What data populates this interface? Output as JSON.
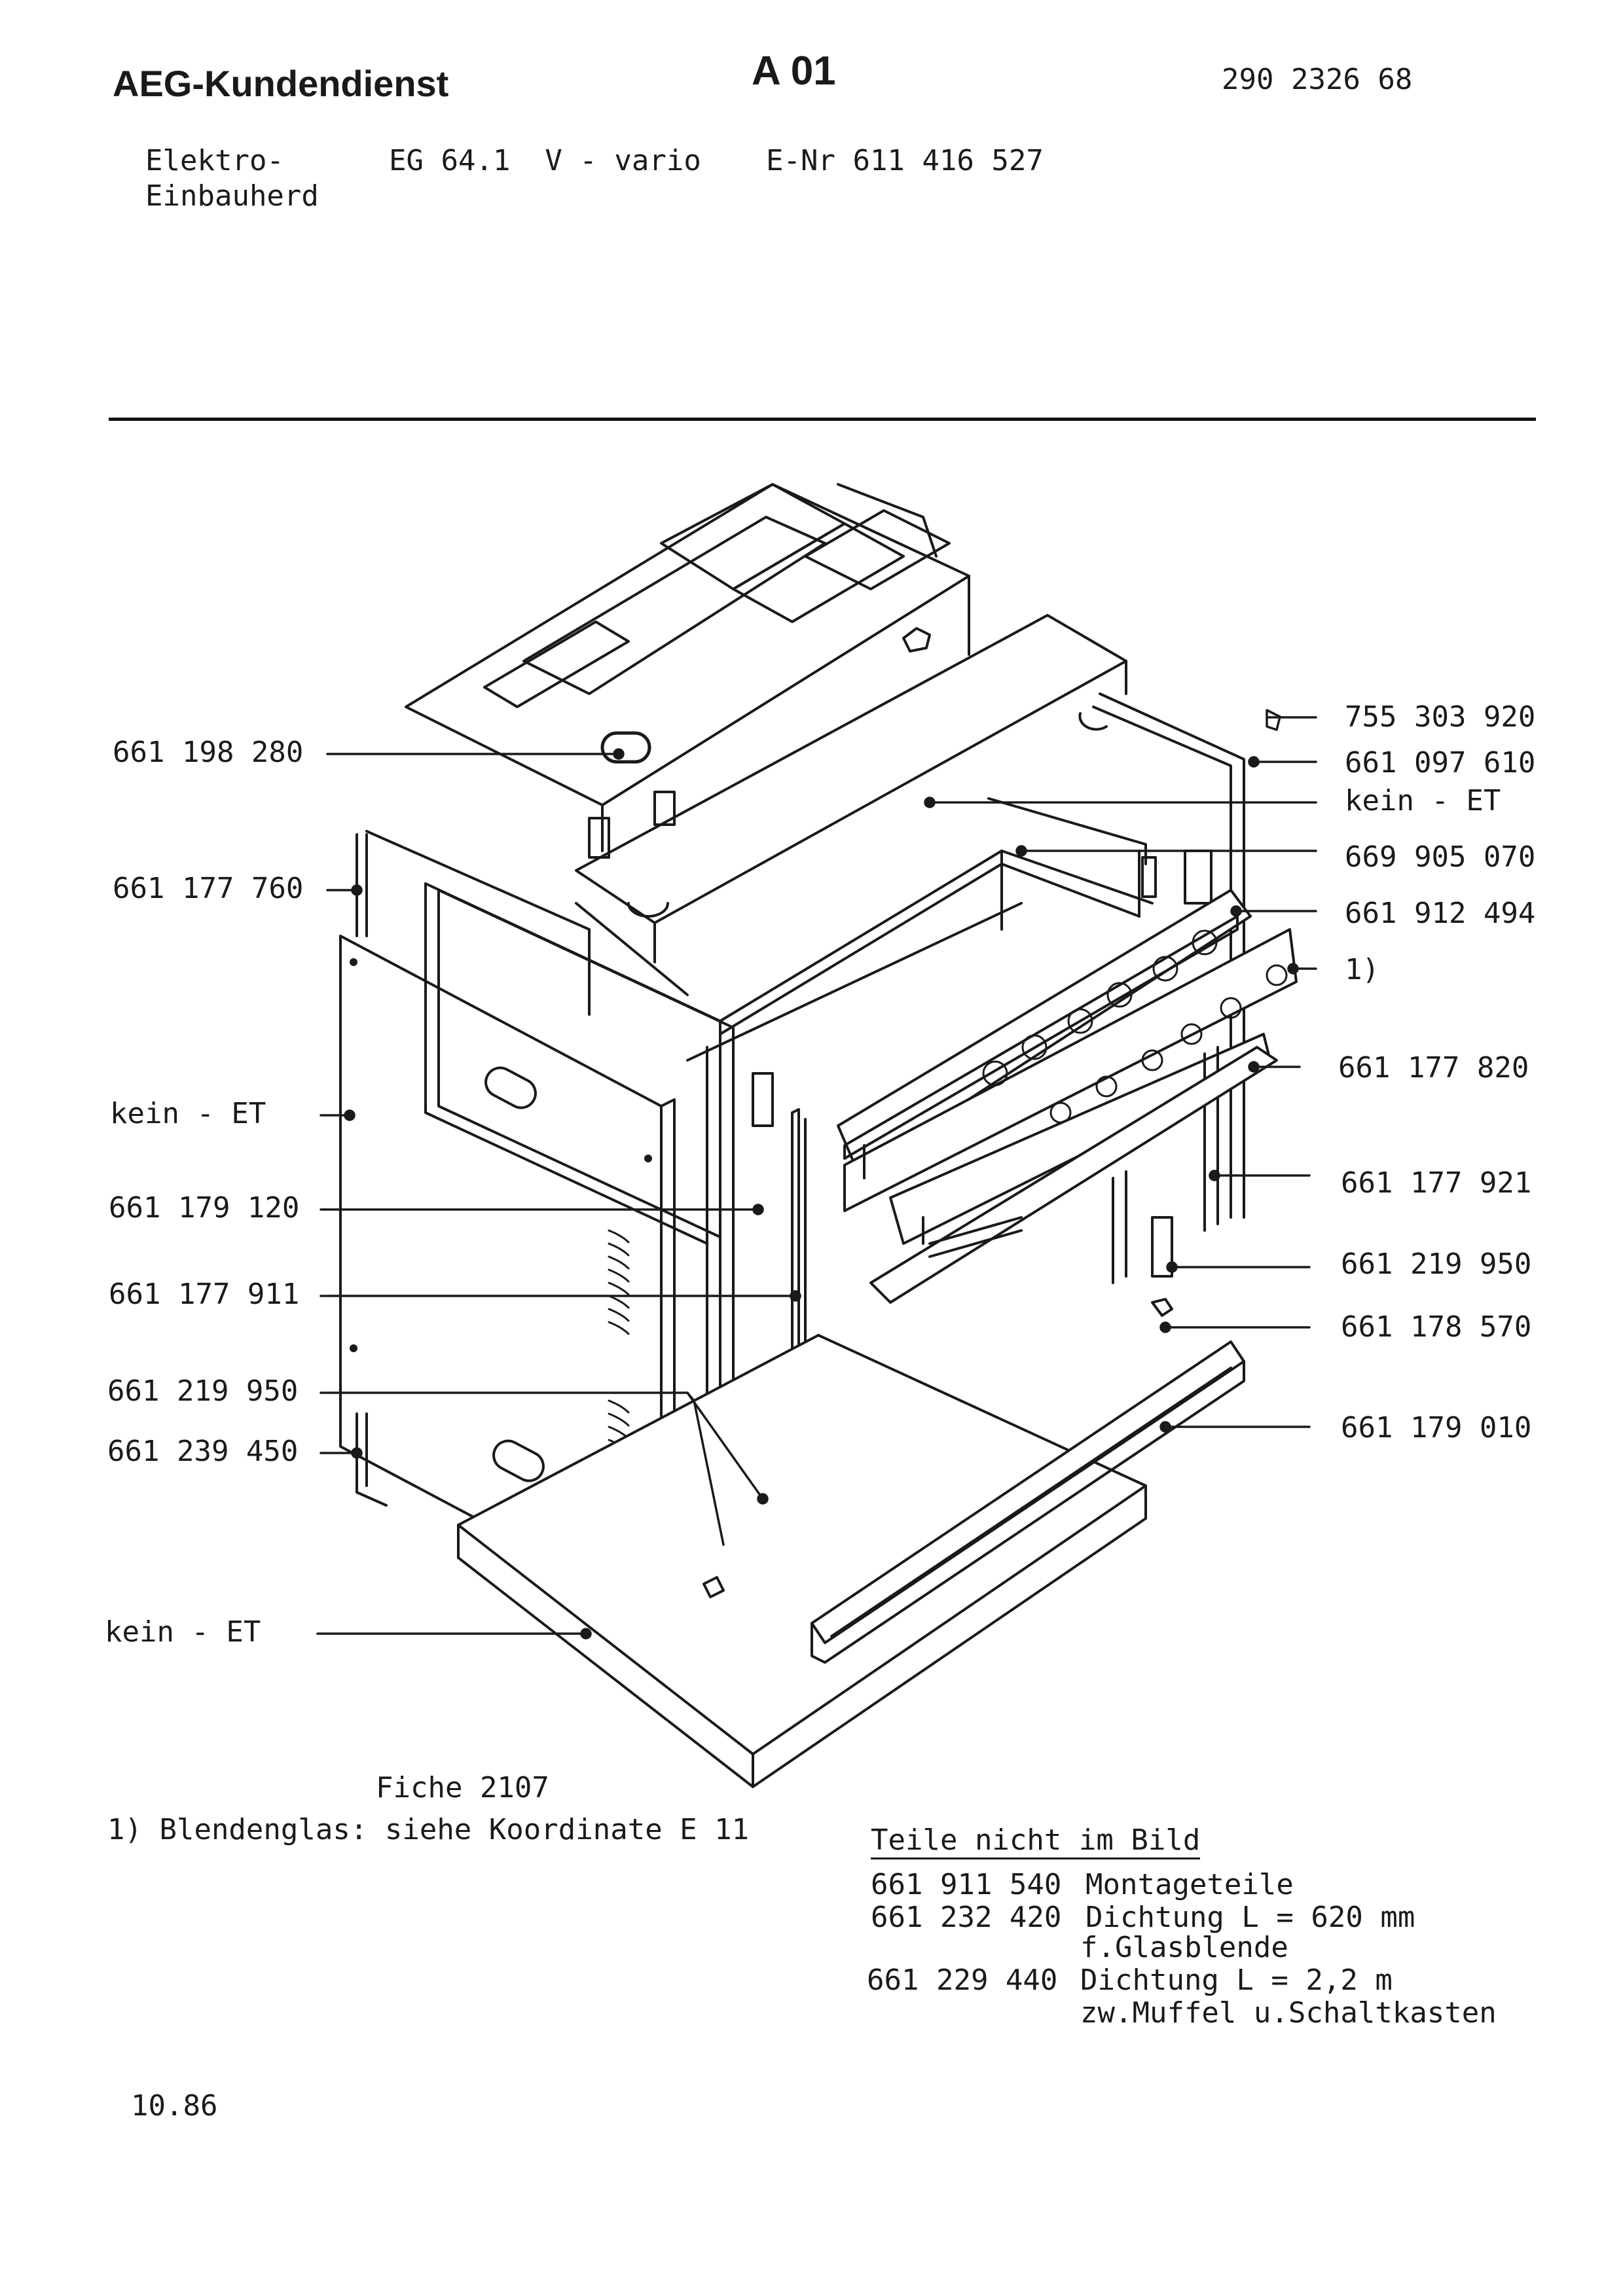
{
  "header": {
    "brand": "AEG-Kundendienst",
    "sheet_code": "A 01",
    "doc_number": "290 2326 68",
    "device_type_line1": "Elektro-",
    "device_type_line2": "Einbauherd",
    "model": "EG 64.1  V - vario",
    "enr": "E-Nr 611 416 527"
  },
  "left_labels": [
    "661 198 280",
    "661 177 760",
    "kein - ET",
    "661 179 120",
    "661 177 911",
    "661 219 950",
    "661 239 450",
    "kein - ET"
  ],
  "right_labels": [
    "755 303 920",
    "661 097 610",
    "kein - ET",
    "669 905 070",
    "661 912 494",
    "1)",
    "661 177 820",
    "661 177 921",
    "661 219 950",
    "661 178 570",
    "661 179 010"
  ],
  "footer": {
    "fiche": "Fiche 2107",
    "footnote": "1) Blendenglas: siehe Koordinate E 11",
    "parts_heading": "Teile nicht im Bild",
    "parts": [
      {
        "number": "661 911 540",
        "desc1": "Montageteile",
        "desc2": ""
      },
      {
        "number": "661 232 420",
        "desc1": "Dichtung L = 620 mm",
        "desc2": "f.Glasblende"
      },
      {
        "number": "661 229 440",
        "desc1": "Dichtung L = 2,2 m",
        "desc2": "zw.Muffel u.Schaltkasten"
      }
    ],
    "date": "10.86"
  }
}
